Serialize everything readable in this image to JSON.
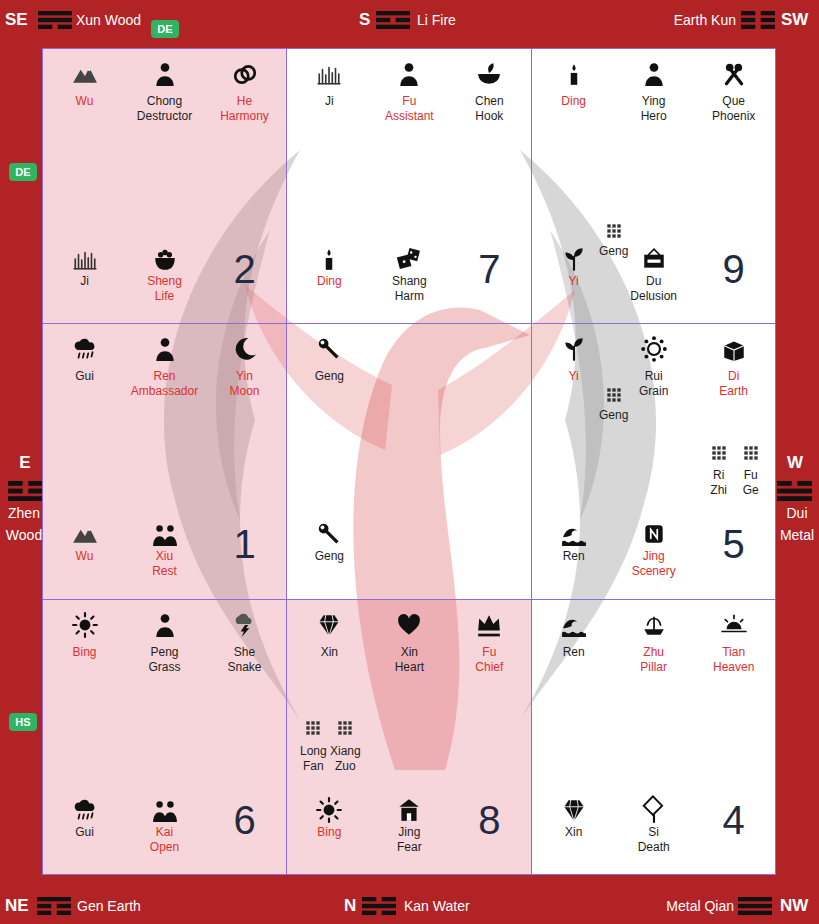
{
  "diagram": {
    "nodes": [
      {
        "text": [
          "DE"
        ]
      },
      {
        "text": [
          "DE"
        ]
      },
      {
        "text": [
          "Wu",
          "Chong Destructor",
          "He Harmony",
          "Ji",
          "Sheng Life",
          "2"
        ]
      },
      {
        "text": [
          "Ji",
          "Fu Assistant",
          "Chen Hook",
          "Ding",
          "Shang Harm",
          "7"
        ]
      },
      {
        "text": [
          "Ding",
          "Ying Hero",
          "Que Phoenix",
          "Geng",
          "Yi",
          "Du Delusion",
          "9"
        ]
      },
      {
        "text": [
          "Gui",
          "Ren Ambassador",
          "Yin Moon",
          "Wu",
          "Xiu Rest",
          "1"
        ]
      },
      {
        "text": [
          "Geng",
          "Geng"
        ]
      },
      {
        "text": [
          "Yi",
          "Rui Grain",
          "Di Earth",
          "Geng",
          "Ri Zhi",
          "Fu Ge",
          "Ren",
          "Jing Scenery",
          "5"
        ]
      },
      {
        "text": [
          "HS"
        ]
      },
      {
        "text": [
          "Bing",
          "Peng Grass",
          "She Snake",
          "Gui",
          "Kai Open",
          "6"
        ]
      },
      {
        "text": [
          "Xin",
          "Xin Heart",
          "Fu Chief",
          "Long Fan",
          "Xiang Zuo",
          "Bing",
          "Jing Fear",
          "8"
        ]
      },
      {
        "text": [
          "Ren",
          "Zhu Pillar",
          "Tian Heaven",
          "Xin",
          "Si Death",
          "4"
        ]
      }
    ],
    "labels": [
      "SE",
      "Xun Wood",
      "S",
      "Li Fire",
      "Earth Kun",
      "SW",
      "E",
      "Zhen Wood",
      "W",
      "Dui Metal",
      "NE",
      "Gen Earth",
      "N",
      "Kan Water",
      "Metal Qian",
      "NW"
    ]
  }
}
